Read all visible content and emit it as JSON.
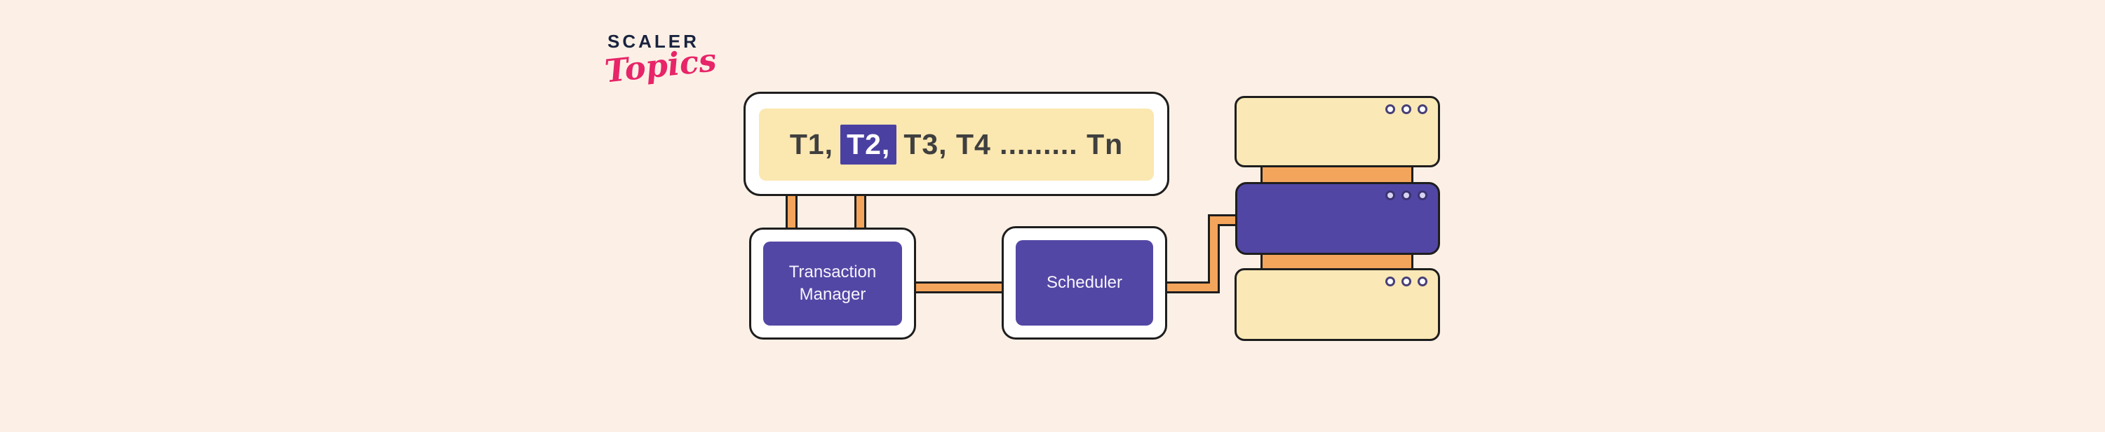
{
  "colors": {
    "background": "#FCF0E6",
    "box-border": "#1E1E1E",
    "panel-white": "#FFFFFF",
    "cream": "#FBE7B0",
    "server-cream": "#FAE8B6",
    "orange": "#F4A55C",
    "purple": "#5347A5",
    "server-purple": "#5246A5",
    "highlight-purple": "#4A40A2",
    "dark-text": "#3F3F3F",
    "light-text": "#F6F4FC",
    "logo-navy": "#19233F",
    "logo-pink": "#E72568",
    "dot-ring-cream": "#474077",
    "dot-fill-purple-box": "#D8D2F3",
    "dot-ring-purple-box": "#3B3472"
  },
  "logo": {
    "brand": "SCALER",
    "script": "Topics"
  },
  "transaction_queue": {
    "before": "T1,",
    "highlighted": "T2,",
    "after": "T3, T4 ......... Tn"
  },
  "nodes": {
    "transaction_manager": "Transaction Manager",
    "scheduler": "Scheduler"
  }
}
